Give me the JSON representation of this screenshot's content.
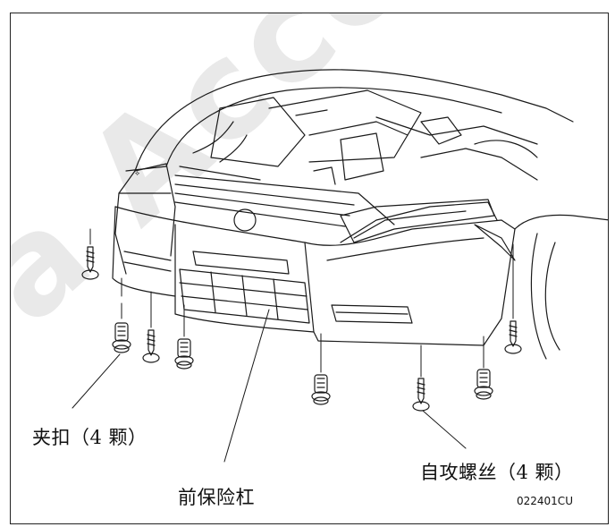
{
  "watermark": "a Access",
  "labels": {
    "clip": "夹扣（4 颗）",
    "bumper": "前保险杠",
    "screw": "自攻螺丝（4 颗）",
    "figure_code": "022401CU"
  },
  "colors": {
    "line": "#1a1a1a",
    "watermark": "#e9e9e9",
    "background": "#ffffff"
  }
}
